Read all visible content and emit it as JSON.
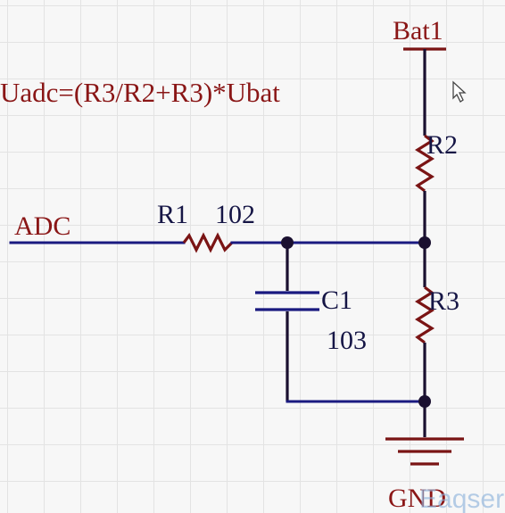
{
  "formula": "Uadc=(R3/R2+R3)*Ubat",
  "nets": {
    "top": "Bat1",
    "left": "ADC",
    "bottom": "GND"
  },
  "components": {
    "r1": {
      "ref": "R1",
      "value": "102"
    },
    "r2": {
      "ref": "R2"
    },
    "r3": {
      "ref": "R3"
    },
    "c1": {
      "ref": "C1",
      "value": "103"
    }
  },
  "watermark": "Eaqser",
  "icons": {
    "cursor": "mouse-pointer-icon",
    "ground": "ground-symbol-icon"
  },
  "colors": {
    "wire": "#1a1a80",
    "resistor": "#7a1414",
    "text": "#151545",
    "formula": "#8a1616",
    "grid": "#e3e3e3",
    "background": "#f7f7f7"
  }
}
